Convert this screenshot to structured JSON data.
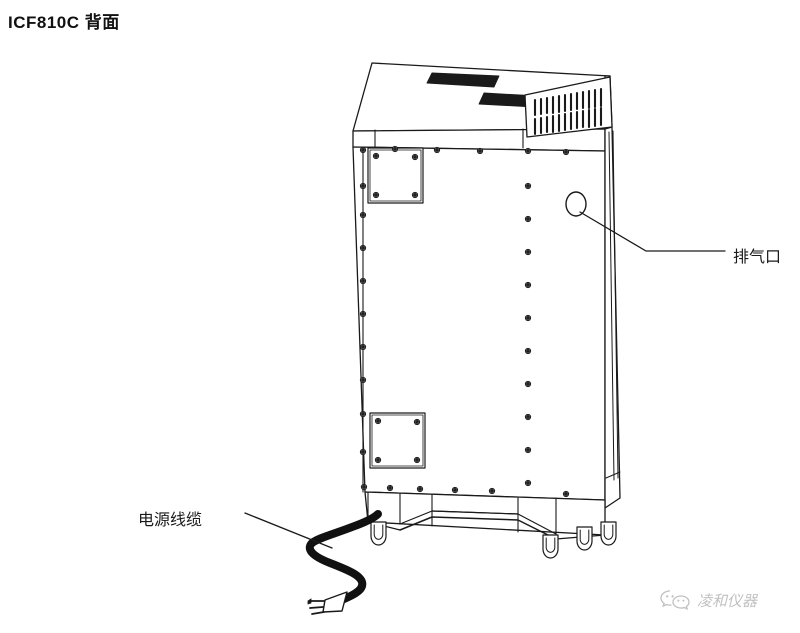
{
  "page": {
    "title": "ICF810C 背面",
    "background_color": "#ffffff",
    "line_color": "#1a1a1a",
    "panel_fill": "#ffffff",
    "vent_fill": "#1a1a1a",
    "cable_color": "#111111"
  },
  "callouts": [
    {
      "id": "exhaust-port",
      "label": "排气口",
      "leader": "circle marker on right side panel, line down-right then horizontal to label"
    },
    {
      "id": "power-cable",
      "label": "电源线缆",
      "leader": "line from label right-down to cable at machine base"
    }
  ],
  "figure": {
    "subject": "ICF810C cabinet rear view",
    "features": [
      "top slot vents",
      "side louver grille",
      "upper access panel with four corner screws",
      "lower access panel with four corner screws",
      "screw rows along back panel edges",
      "recessed base plinth",
      "four casters",
      "power cable with three-prong plug"
    ]
  },
  "watermark": {
    "icon": "wechat-icon",
    "text": "凌和仪器",
    "color": "#6b6b6b"
  }
}
